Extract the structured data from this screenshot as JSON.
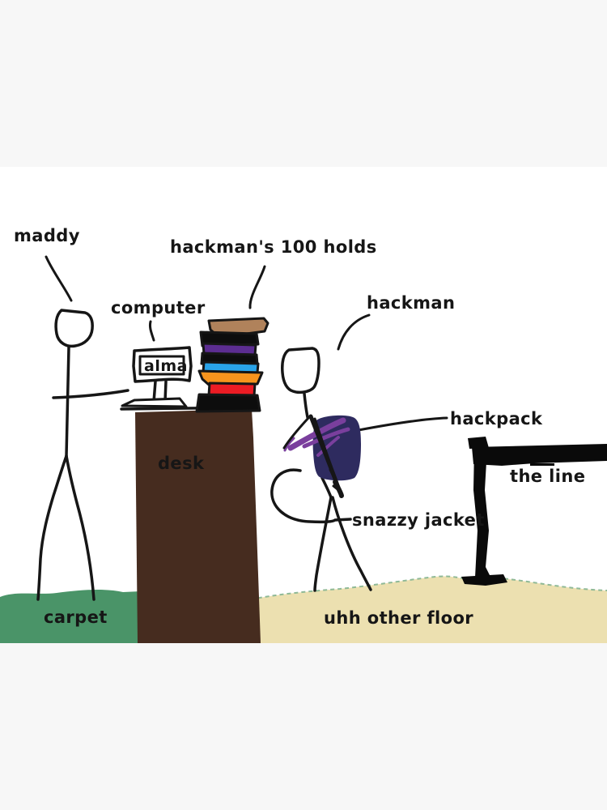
{
  "labels": {
    "maddy": "maddy",
    "computer": "computer",
    "holds": "hackman's 100 holds",
    "hackman": "hackman",
    "hackpack": "hackpack",
    "the_line": "the line",
    "desk": "desk",
    "snazzy_jacket": "snazzy jacket",
    "carpet": "carpet",
    "other_floor": "uhh other floor",
    "monitor": "alma"
  },
  "colors": {
    "frame_bar": "#f7f7f7",
    "canvas": "#ffffff",
    "ink": "#161616",
    "carpet": "#4a9468",
    "floor": "#ece0b0",
    "floor_edge_dash": "#8fb996",
    "desk": "#462c1f",
    "backpack": "#2e2b5f",
    "backpack_outline": "#232058",
    "jacket_purple": "#7a3f9d",
    "stanchion": "#0a0a0a",
    "books": [
      "#b0825b",
      "#0d0d0d",
      "#5c2d91",
      "#0d0d0d",
      "#29a3e8",
      "#f7941d",
      "#ec1c24",
      "#0d0d0d"
    ]
  }
}
